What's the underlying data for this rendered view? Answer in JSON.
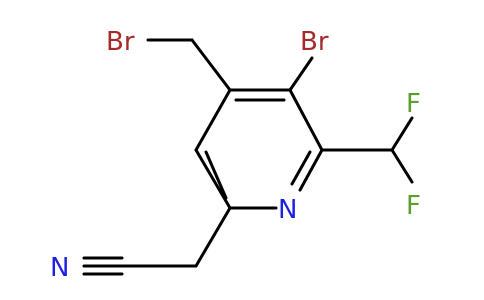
{
  "molecule": {
    "atoms": {
      "br_methyl": {
        "label": "Br",
        "color": "#a52a2a"
      },
      "br_ring": {
        "label": "Br",
        "color": "#a52a2a"
      },
      "f_top": {
        "label": "F",
        "color": "#5a9e2b"
      },
      "f_bottom": {
        "label": "F",
        "color": "#5a9e2b"
      },
      "n_ring": {
        "label": "N",
        "color": "#1f1fe0"
      },
      "n_nitrile": {
        "label": "N",
        "color": "#1f1fe0"
      }
    },
    "bond_color": "#000000"
  }
}
